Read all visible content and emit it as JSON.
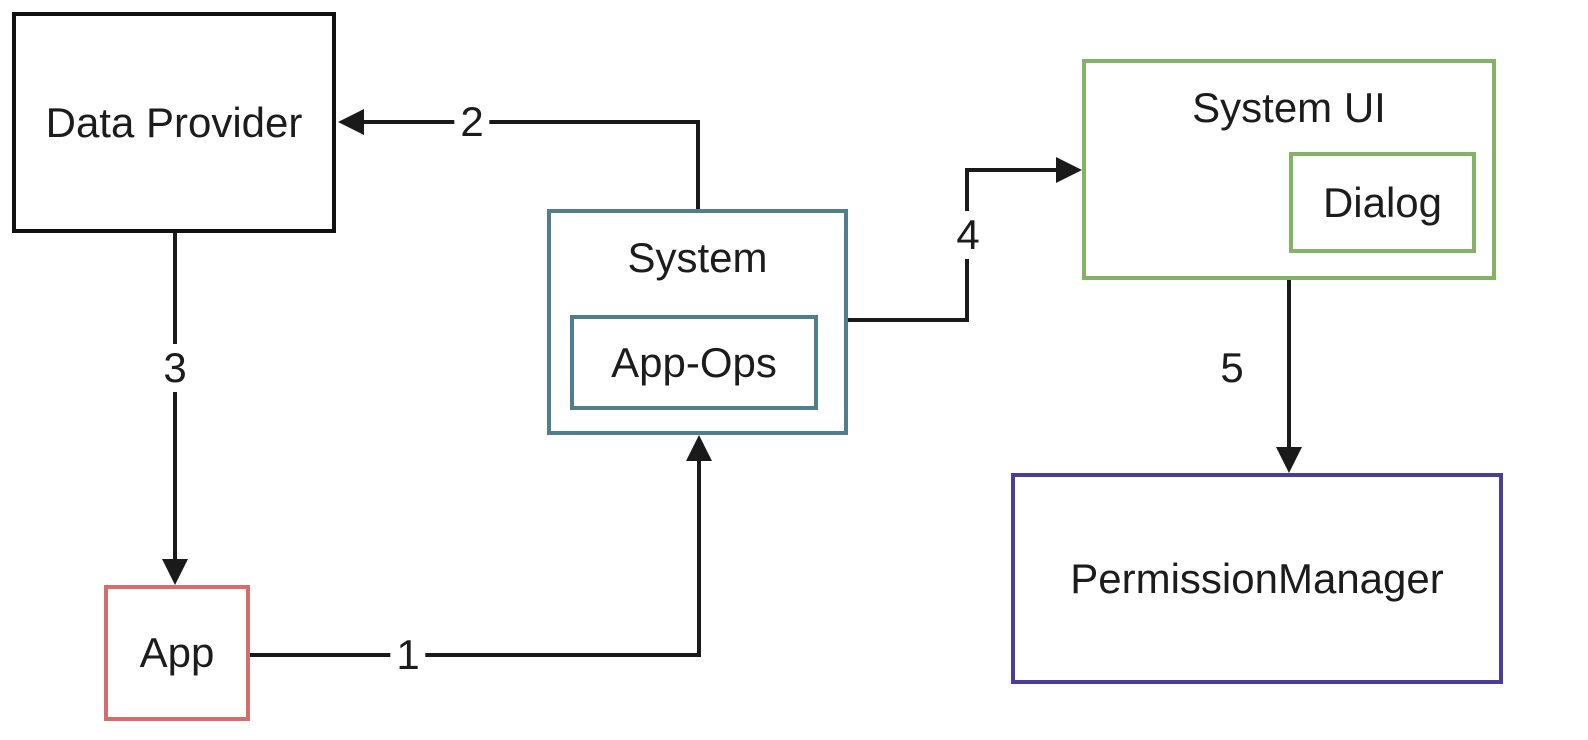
{
  "diagram": {
    "title": "App permission data flow diagram",
    "background_color": "#ffffff",
    "line_color": "#1a1a1a",
    "text_color": "#1c1c1c",
    "nodes": {
      "data_provider": {
        "label": "Data Provider",
        "border_color": "#111111"
      },
      "app": {
        "label": "App",
        "border_color": "#d86c6c"
      },
      "system": {
        "label": "System",
        "border_color": "#4f7f8f"
      },
      "app_ops": {
        "label": "App-Ops",
        "border_color": "#4f7f8f",
        "parent": "System"
      },
      "system_ui": {
        "label": "System UI",
        "border_color": "#82b366"
      },
      "dialog": {
        "label": "Dialog",
        "border_color": "#82b366",
        "parent": "System UI"
      },
      "permission_manager": {
        "label": "PermissionManager",
        "border_color": "#4b3e99"
      }
    },
    "edges": [
      {
        "label": "1",
        "from": "App",
        "to": "System"
      },
      {
        "label": "2",
        "from": "System",
        "to": "Data Provider"
      },
      {
        "label": "3",
        "from": "Data Provider",
        "to": "App"
      },
      {
        "label": "4",
        "from": "System",
        "to": "System UI"
      },
      {
        "label": "5",
        "from": "System UI",
        "to": "PermissionManager"
      }
    ]
  }
}
